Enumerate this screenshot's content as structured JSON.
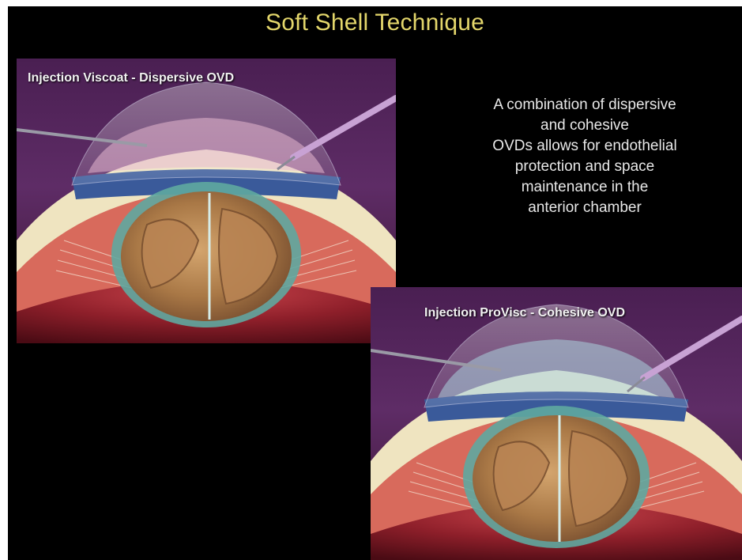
{
  "slide": {
    "title": "Soft Shell Technique",
    "description_lines": [
      "A combination of dispersive",
      "and cohesive",
      "OVDs allows for endothelial",
      "protection and space",
      "maintenance in the",
      "anterior chamber"
    ]
  },
  "panels": [
    {
      "label": "Injection Viscoat - Dispersive OVD",
      "gel": "pink"
    },
    {
      "label": "Injection ProVisc - Cohesive OVD",
      "gel": "blue"
    }
  ],
  "colors": {
    "title": "#e3d66b",
    "background": "#000000",
    "text": "#e8e8e8"
  }
}
